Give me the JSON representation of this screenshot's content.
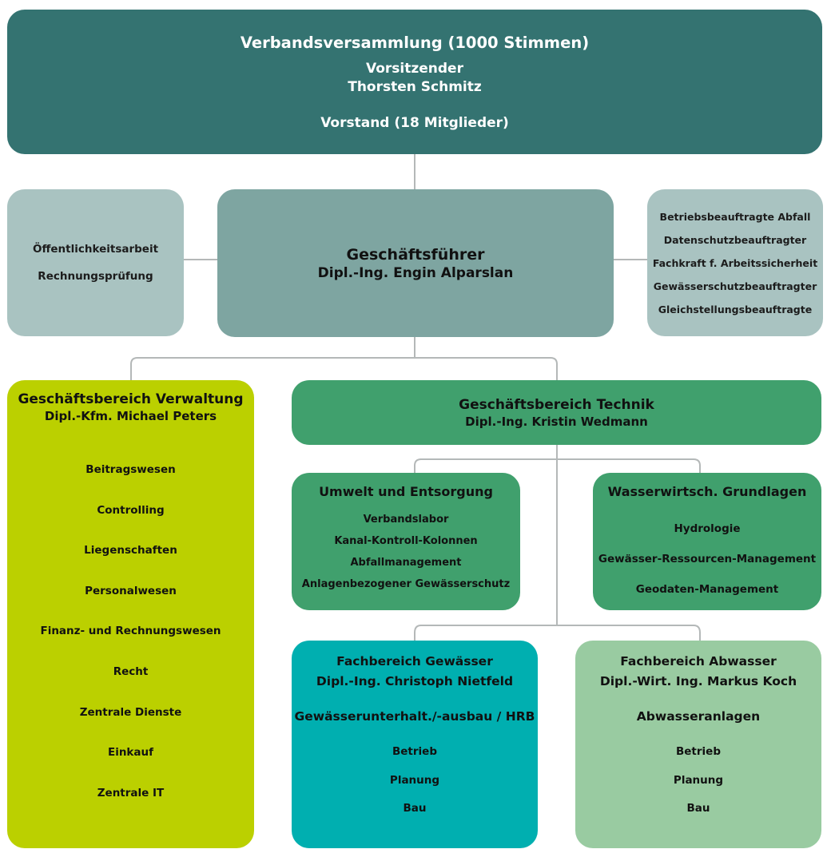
{
  "assembly": {
    "title": "Verbandsversammlung (1000 Stimmen)",
    "chair_role": "Vorsitzender",
    "chair_name": "Thorsten Schmitz",
    "board": "Vorstand (18 Mitglieder)"
  },
  "staff_left": {
    "items": [
      "Öffentlichkeitsarbeit",
      "Rechnungsprüfung"
    ]
  },
  "ceo": {
    "title": "Geschäftsführer",
    "name": "Dipl.-Ing. Engin Alparslan"
  },
  "staff_right": {
    "items": [
      "Betriebsbeauftragte Abfall",
      "Datenschutzbeauftragter",
      "Fachkraft f. Arbeitssicherheit",
      "Gewässerschutzbeauftragter",
      "Gleichstellungsbeauftragte"
    ]
  },
  "verwaltung": {
    "title": "Geschäftsbereich Verwaltung",
    "head": "Dipl.-Kfm. Michael Peters",
    "items": [
      "Beitragswesen",
      "Controlling",
      "Liegenschaften",
      "Personalwesen",
      "Finanz- und Rechnungswesen",
      "Recht",
      "Zentrale Dienste",
      "Einkauf",
      "Zentrale IT"
    ]
  },
  "technik": {
    "title": "Geschäftsbereich Technik",
    "head": "Dipl.-Ing. Kristin Wedmann"
  },
  "umwelt": {
    "title": "Umwelt und Entsorgung",
    "items": [
      "Verbandslabor",
      "Kanal-Kontroll-Kolonnen",
      "Abfallmanagement",
      "Anlagenbezogener Gewässerschutz"
    ]
  },
  "wasser": {
    "title": "Wasserwirtsch. Grundlagen",
    "items": [
      "Hydrologie",
      "Gewässer-Ressourcen-Management",
      "Geodaten-Management"
    ]
  },
  "gewaesser": {
    "title": "Fachbereich Gewässer",
    "head": "Dipl.-Ing. Christoph Nietfeld",
    "subtitle": "Gewässerunterhalt./-ausbau / HRB",
    "items": [
      "Betrieb",
      "Planung",
      "Bau"
    ]
  },
  "abwasser": {
    "title": "Fachbereich Abwasser",
    "head": "Dipl.-Wirt. Ing. Markus Koch",
    "subtitle": "Abwasseranlagen",
    "items": [
      "Betrieb",
      "Planung",
      "Bau"
    ]
  },
  "colors": {
    "assembly": "#347371",
    "staff": "#a9c3c1",
    "ceo": "#7ea5a1",
    "verwaltung": "#bbd000",
    "technik": "#40a06d",
    "gewaesser": "#00afb0",
    "abwasser": "#99cba1"
  }
}
